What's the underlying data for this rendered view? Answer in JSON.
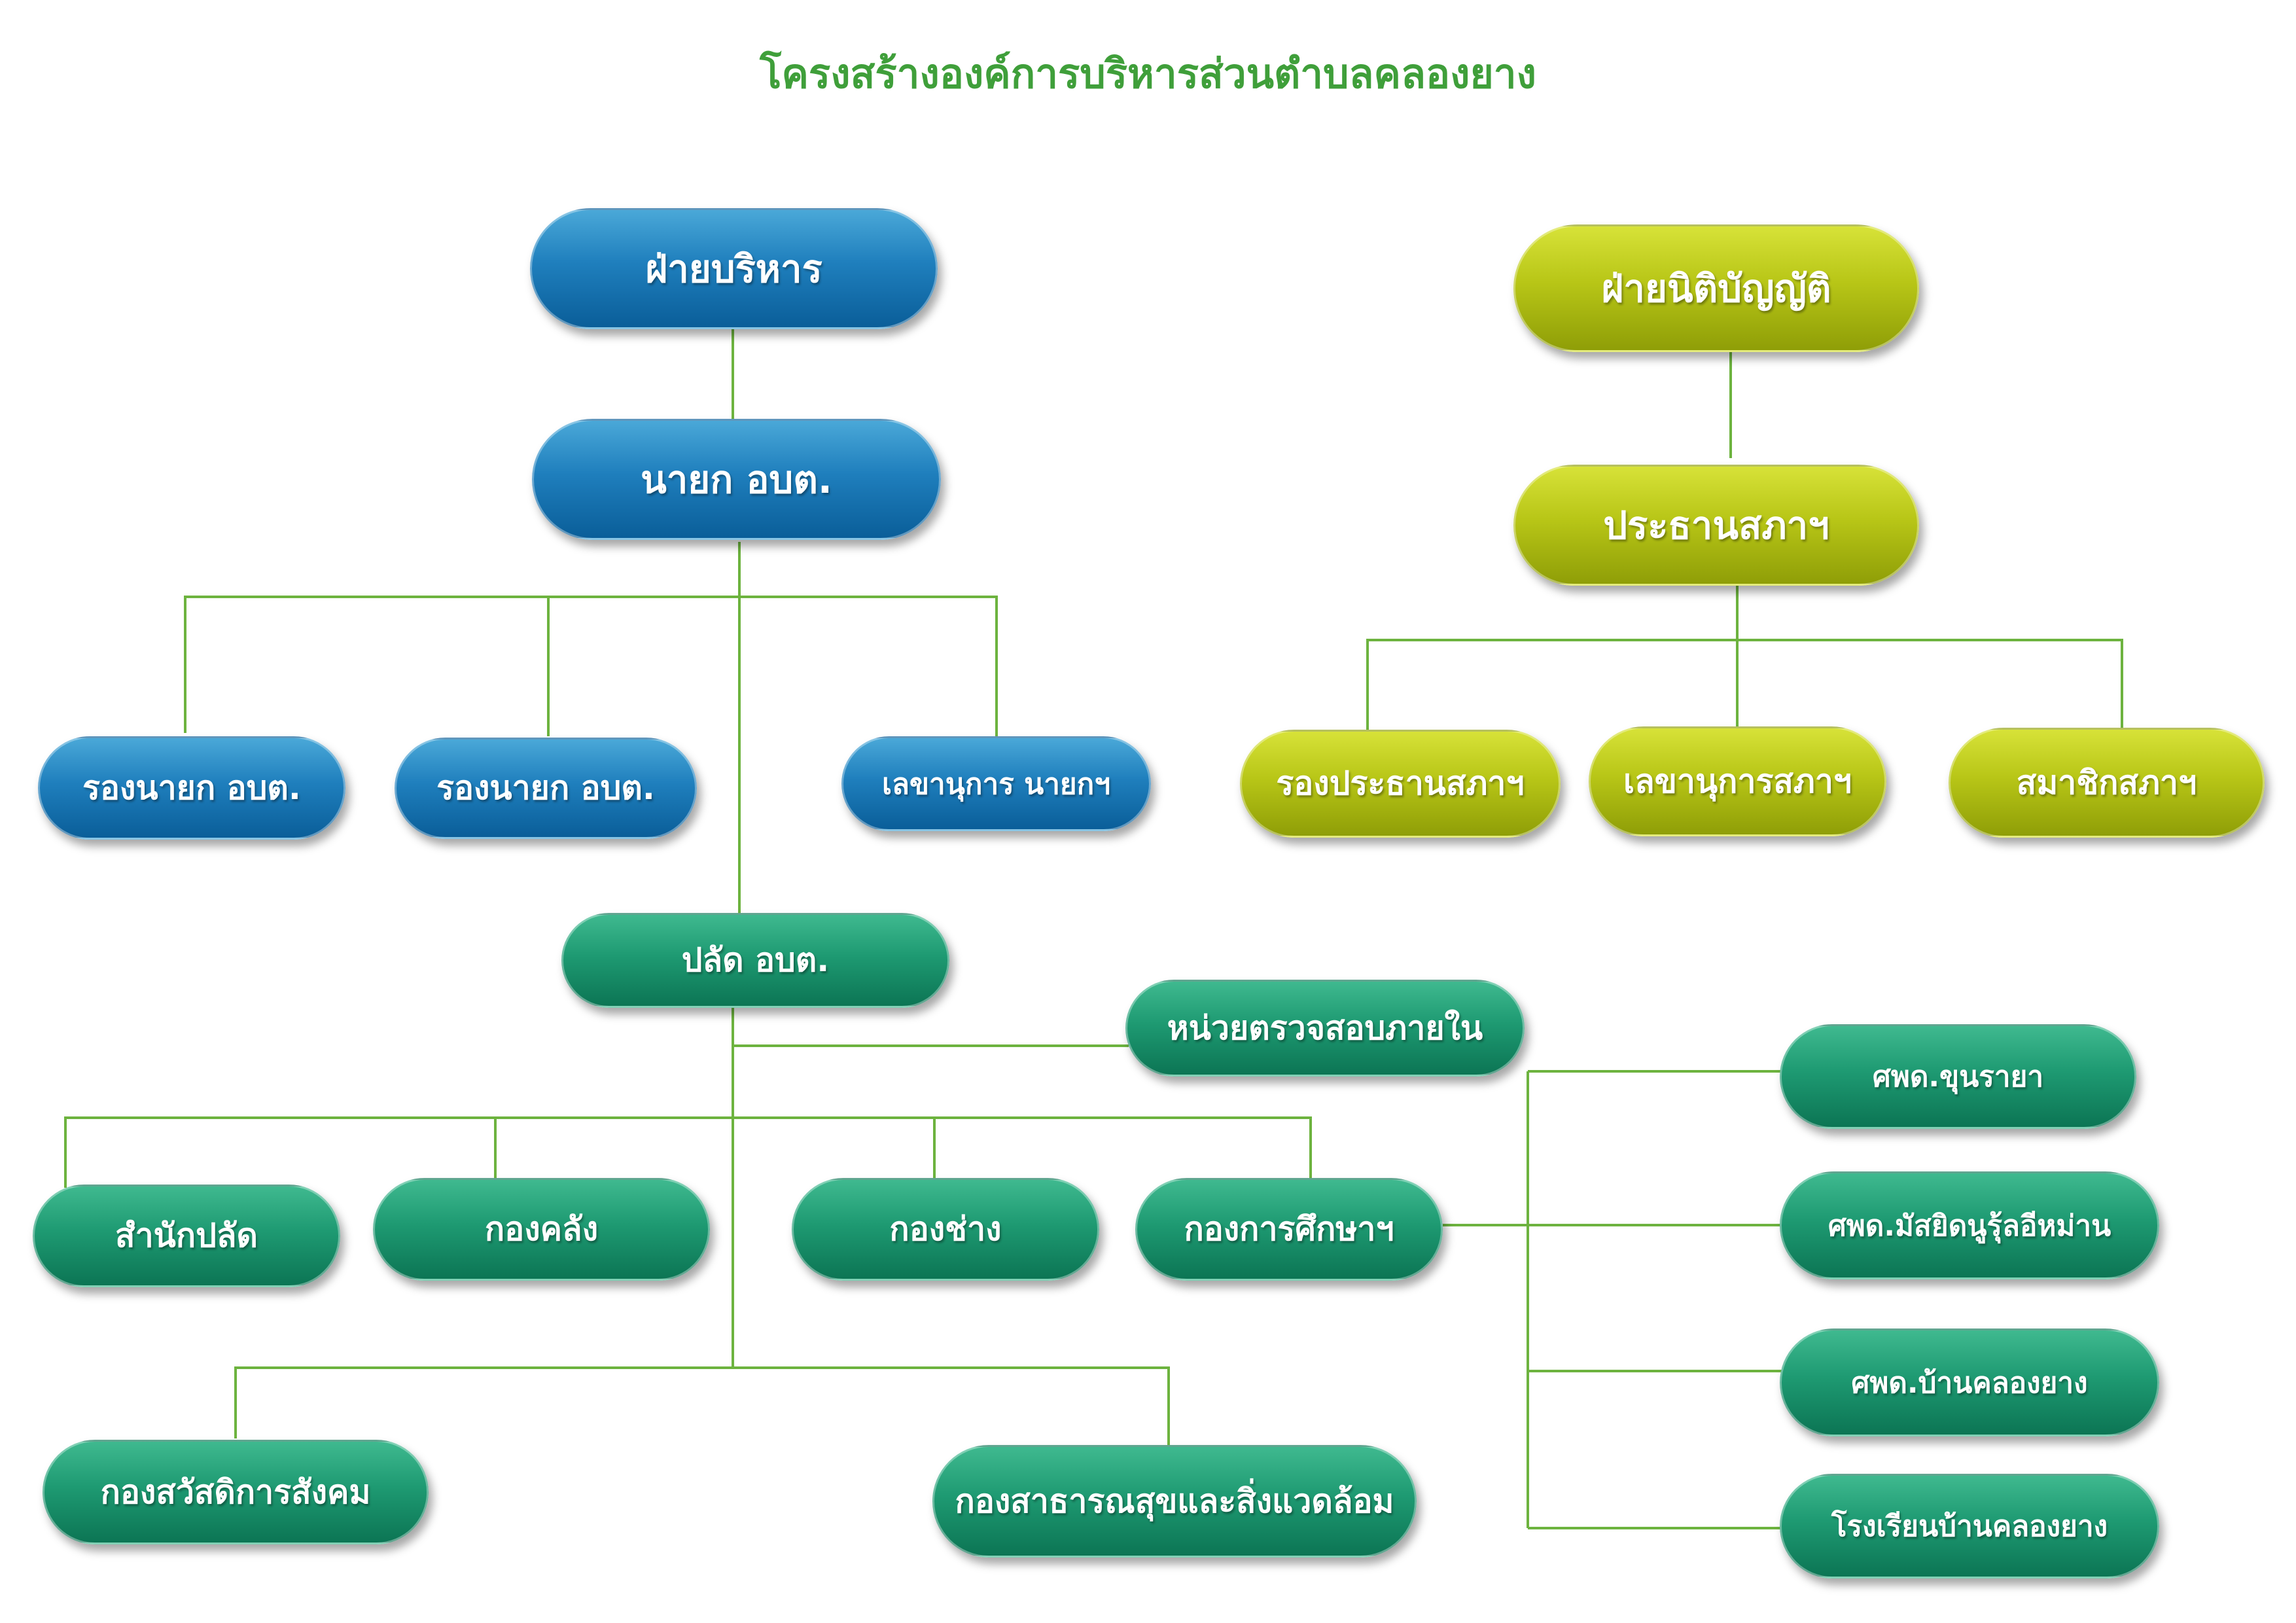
{
  "title": "โครงสร้างองค์การบริหารส่วนตำบลคลองยาง",
  "executive": {
    "head": "ฝ่ายบริหาร",
    "mayor": "นายก อบต.",
    "deputy_mayor_1": "รองนายก อบต.",
    "deputy_mayor_2": "รองนายก อบต.",
    "mayor_secretary": "เลขานุการ นายกฯ"
  },
  "legislative": {
    "head": "ฝ่ายนิติบัญญัติ",
    "council_chair": "ประธานสภาฯ",
    "vice_chair": "รองประธานสภาฯ",
    "council_secretary": "เลขานุการสภาฯ",
    "council_member": "สมาชิกสภาฯ"
  },
  "administration": {
    "chief_admin": "ปลัด อบต.",
    "internal_audit": "หน่วยตรวจสอบภายใน",
    "chief_office": "สำนักปลัด",
    "finance": "กองคลัง",
    "engineering": "กองช่าง",
    "education": "กองการศึกษาฯ",
    "social_welfare": "กองสวัสดิการสังคม",
    "public_health": "กองสาธารณสุขและสิ่งแวดล้อม"
  },
  "education_units": {
    "unit_1": "ศพด.ขุนรายา",
    "unit_2": "ศพด.มัสยิดนูรุ้ลอีหม่าน",
    "unit_3": "ศพด.บ้านคลองยาง",
    "unit_4": "โรงเรียนบ้านคลองยาง"
  },
  "colors": {
    "title": "#3f9f3a",
    "connector": "#6db33f",
    "executive": "#1f7fbd",
    "legislative": "#b8c617",
    "administration": "#1e9a72"
  }
}
